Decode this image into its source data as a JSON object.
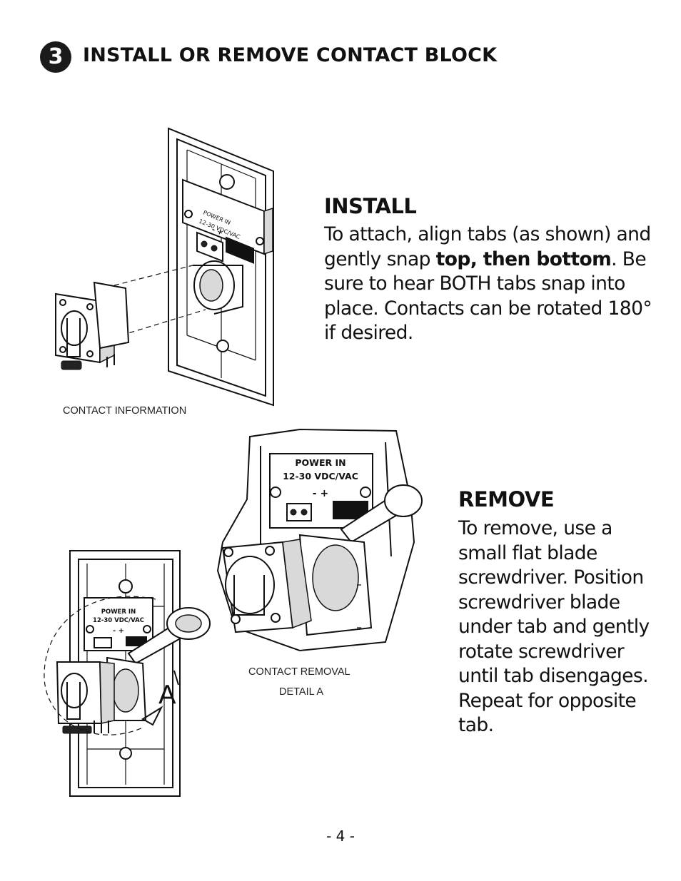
{
  "header": {
    "step_number": "3",
    "title": "INSTALL OR REMOVE CONTACT BLOCK"
  },
  "install": {
    "heading": "INSTALL",
    "text_1": "To attach, align tabs (as shown) and gently snap ",
    "text_bold": "top, then bottom",
    "text_2": ". Be sure to hear BOTH tabs snap into place. Contacts can be rotated 180° if desired."
  },
  "remove": {
    "heading": "REMOVE",
    "text": "To remove, use a small flat blade screwdriver. Position screwdriver blade under tab and gently rotate screwdriver until tab disengages. Repeat for opposite tab."
  },
  "captions": {
    "contact_information": "CONTACT INFORMATION",
    "contact_removal": "CONTACT REMOVAL",
    "detail_a": "DETAIL A"
  },
  "labels": {
    "power_in": "POWER IN",
    "voltage": "12-30 VDC/VAC",
    "polarity": "- +",
    "detail_marker": "A"
  },
  "footer": {
    "page_number": "- 4 -"
  }
}
